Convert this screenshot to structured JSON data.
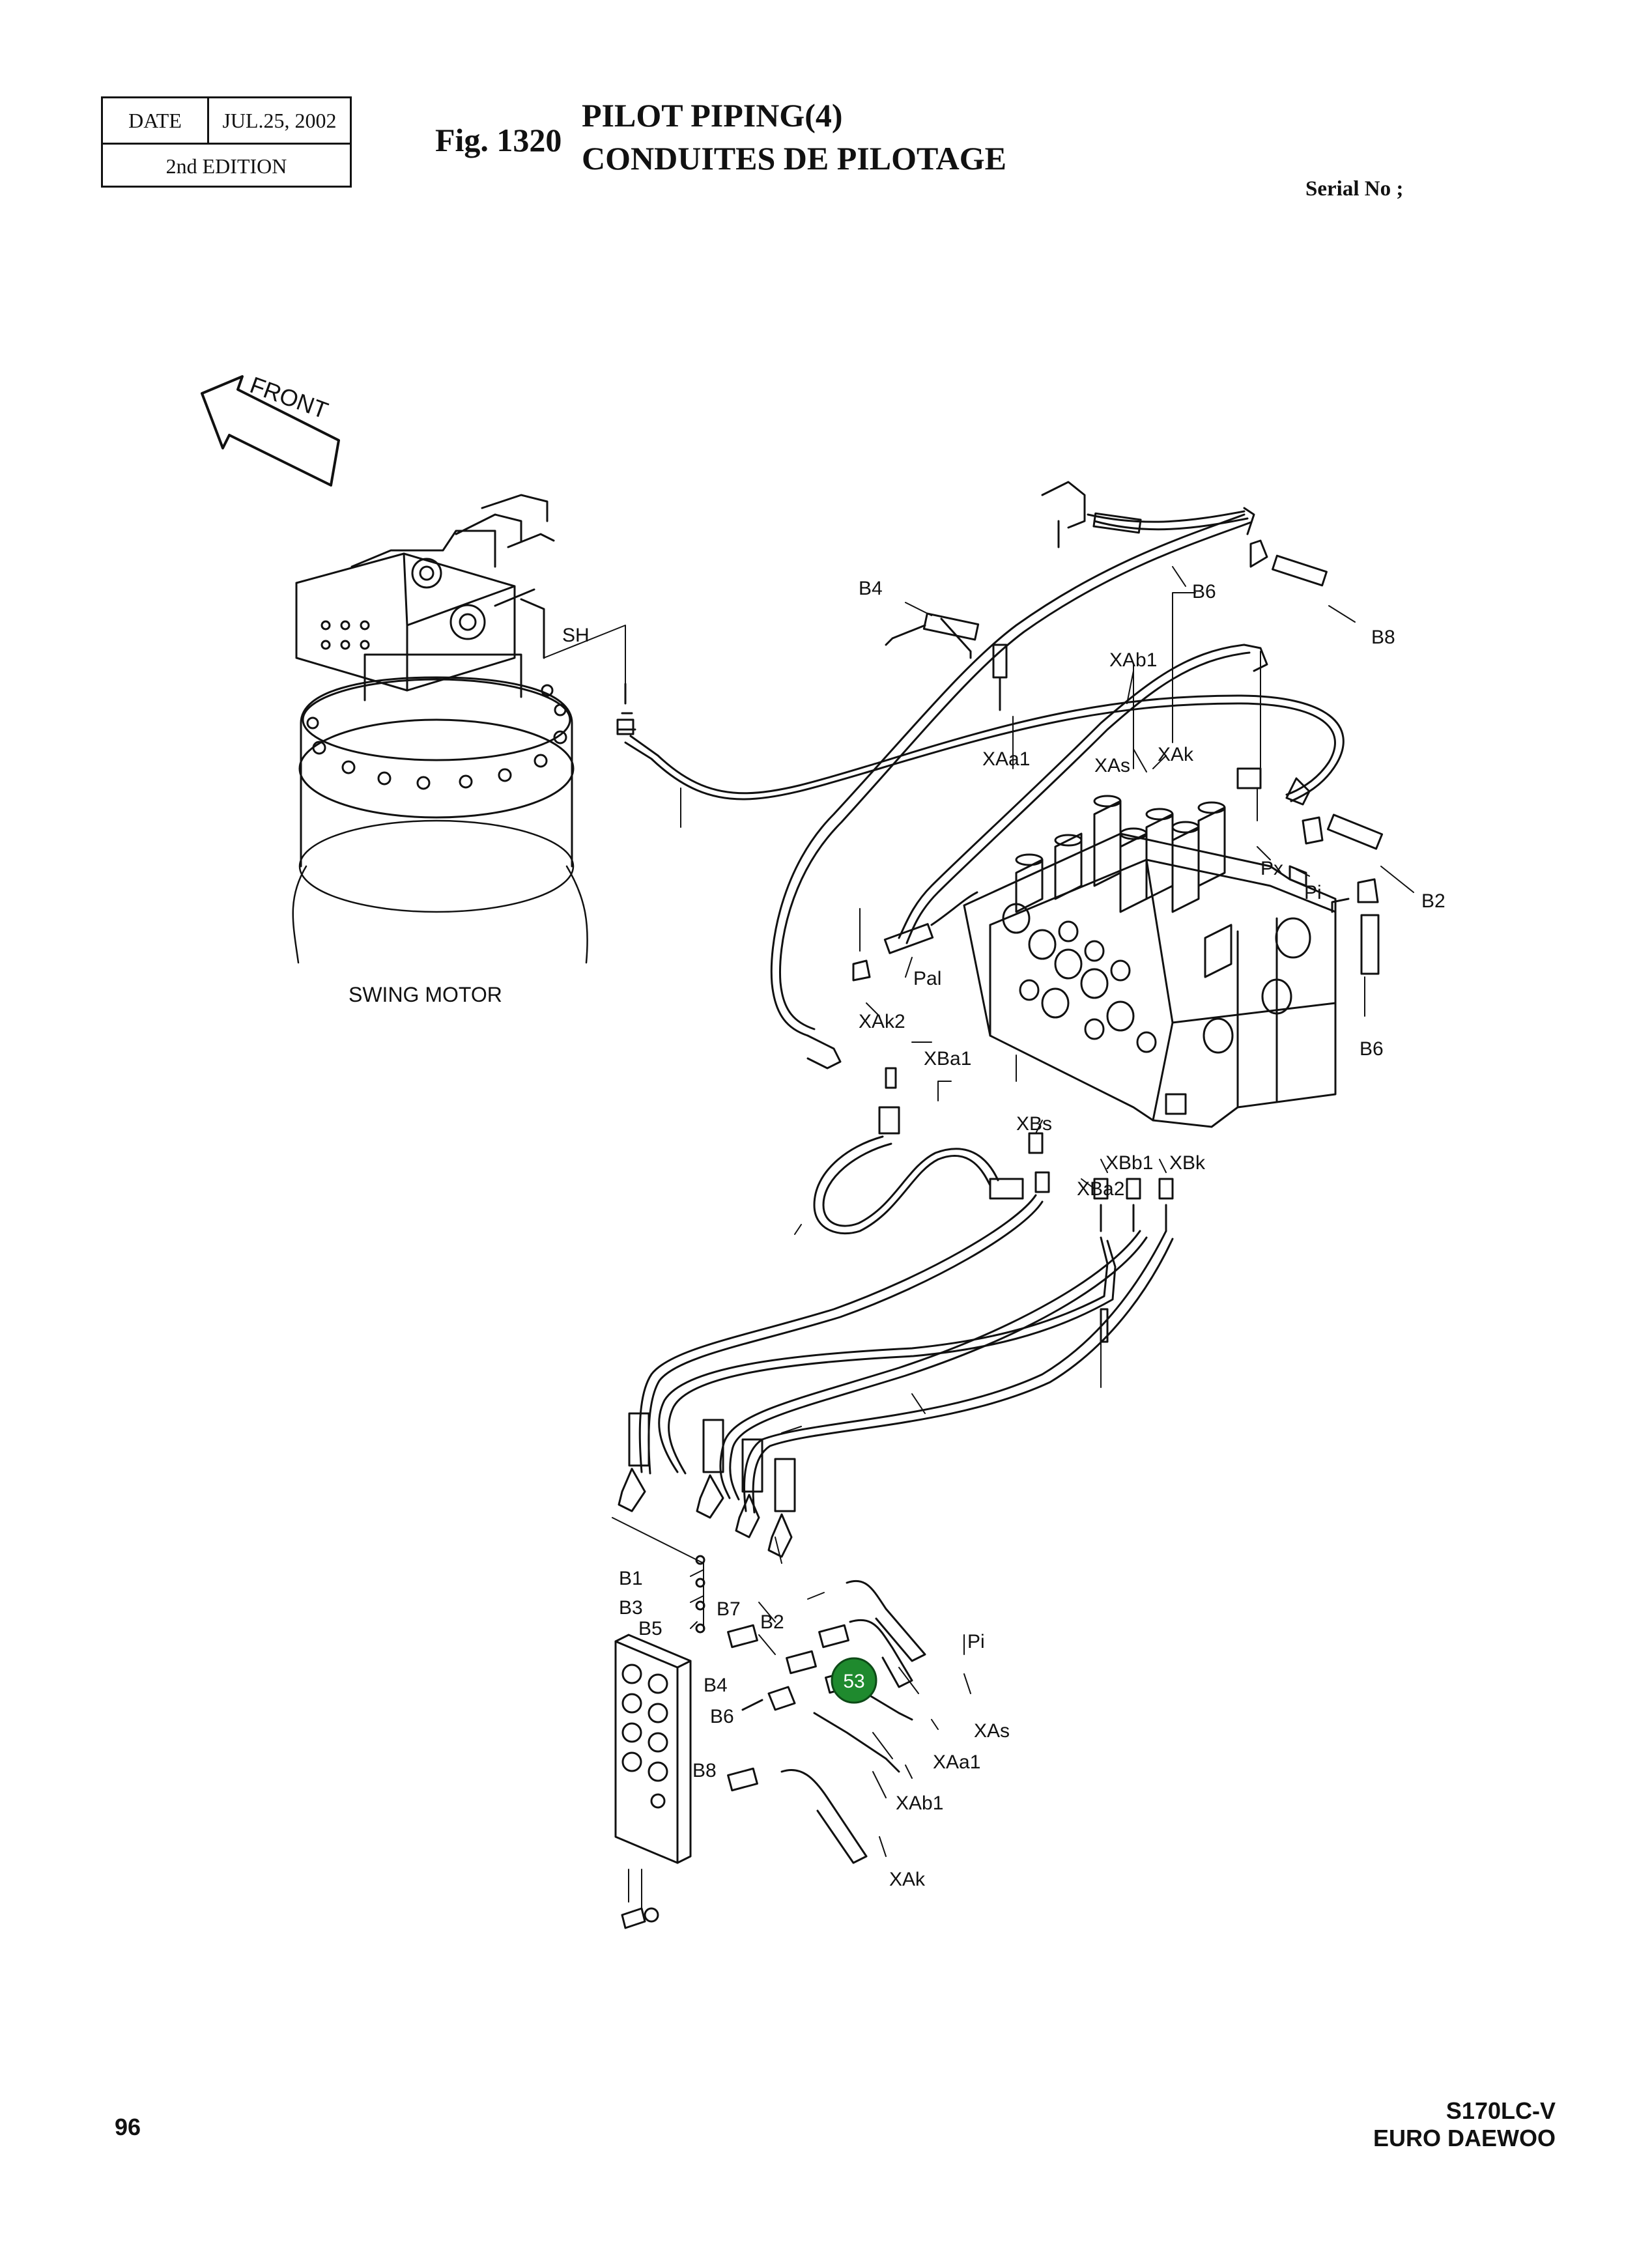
{
  "header": {
    "date_label": "DATE",
    "date_value": "JUL.25, 2002",
    "edition": "2nd EDITION",
    "fig_number": "Fig. 1320",
    "title_line1": "PILOT PIPING(4)",
    "title_line2": "CONDUITES DE PILOTAGE",
    "serial_label": "Serial No ;"
  },
  "footer": {
    "page_number": "96",
    "model_line1": "S170LC-V",
    "model_line2": "EURO DAEWOO"
  },
  "diagram": {
    "front_label": "FRONT",
    "swing_motor_label": "SWING MOTOR",
    "callout_number": "53",
    "callout_color": "#1f8a2e",
    "port_labels": {
      "sh": "SH",
      "b4_top": "B4",
      "b6_top": "B6",
      "b8_top": "B8",
      "xab1_top": "XAb1",
      "xaa1_top": "XAa1",
      "xas_top": "XAs",
      "xak_top": "XAk",
      "px": "Px",
      "pi_top": "Pi",
      "b2_right": "B2",
      "b6_right": "B6",
      "pal": "Pal",
      "xak2": "XAk2",
      "xba1": "XBa1",
      "xbs": "XBs",
      "xbb1": "XBb1",
      "xbk": "XBk",
      "xba2": "XBa2",
      "b1": "B1",
      "b3": "B3",
      "b5": "B5",
      "b7": "B7",
      "b2_low": "B2",
      "pi_low": "Pi",
      "b4_low": "B4",
      "b6_low": "B6",
      "b8_low": "B8",
      "xas_low": "XAs",
      "xaa1_low": "XAa1",
      "xab1_low": "XAb1",
      "xak_low": "XAk"
    }
  }
}
